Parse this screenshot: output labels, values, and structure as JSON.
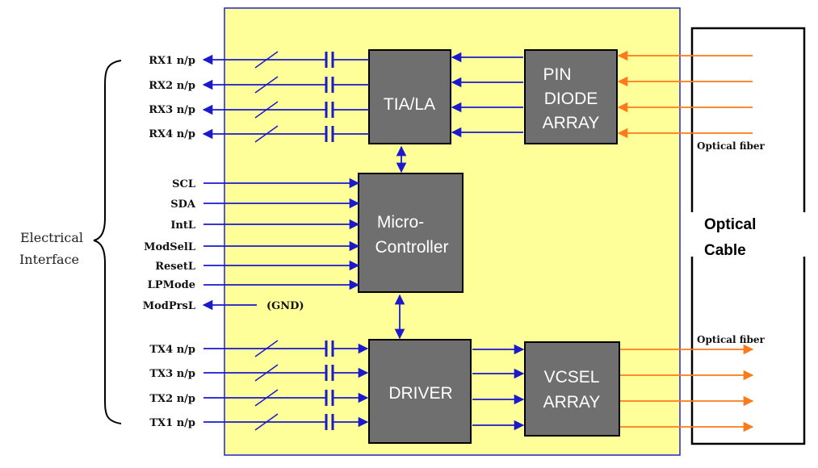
{
  "interface_label": [
    "Electrical",
    "Interface"
  ],
  "cable_label": [
    "Optical",
    "Cable"
  ],
  "blocks": {
    "tia": [
      "TIA/LA"
    ],
    "pin": [
      "PIN",
      "DIODE",
      "ARRAY"
    ],
    "mcu": [
      "Micro-",
      "Controller"
    ],
    "driver": [
      "DRIVER"
    ],
    "vcsel": [
      "VCSEL",
      "ARRAY"
    ]
  },
  "rx_signals": [
    "RX1 n/p",
    "RX2 n/p",
    "RX3 n/p",
    "RX4 n/p"
  ],
  "control_signals": [
    "SCL",
    "SDA",
    "IntL",
    "ModSelL",
    "ResetL",
    "LPMode"
  ],
  "modprs": {
    "label": "ModPrsL",
    "note": "(GND)"
  },
  "tx_signals": [
    "TX4 n/p",
    "TX3 n/p",
    "TX2 n/p",
    "TX1 n/p"
  ],
  "fiber_labels": {
    "rx": "Optical fiber",
    "tx": "Optical fiber"
  },
  "colors": {
    "module_fill": "#ffff99",
    "module_border": "#2222cc",
    "block_fill": "#6f6f6f",
    "electrical_line": "#1a1acc",
    "optical_line": "#ff7a1a"
  }
}
